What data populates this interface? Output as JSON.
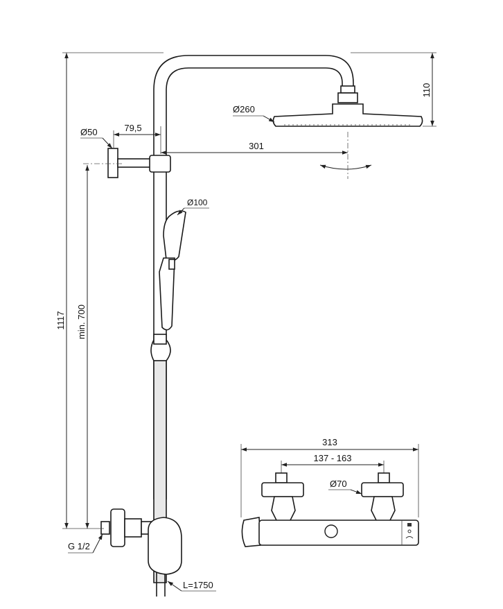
{
  "labels": {
    "d50": "Ø50",
    "d795": "79,5",
    "d301": "301",
    "d260": "Ø260",
    "d110": "110",
    "d100": "Ø100",
    "d1117": "1117",
    "min700": "min. 700",
    "g12": "G 1/2",
    "l1750": "L=1750",
    "d313": "313",
    "d137": "137 - 163",
    "d70": "Ø70"
  }
}
